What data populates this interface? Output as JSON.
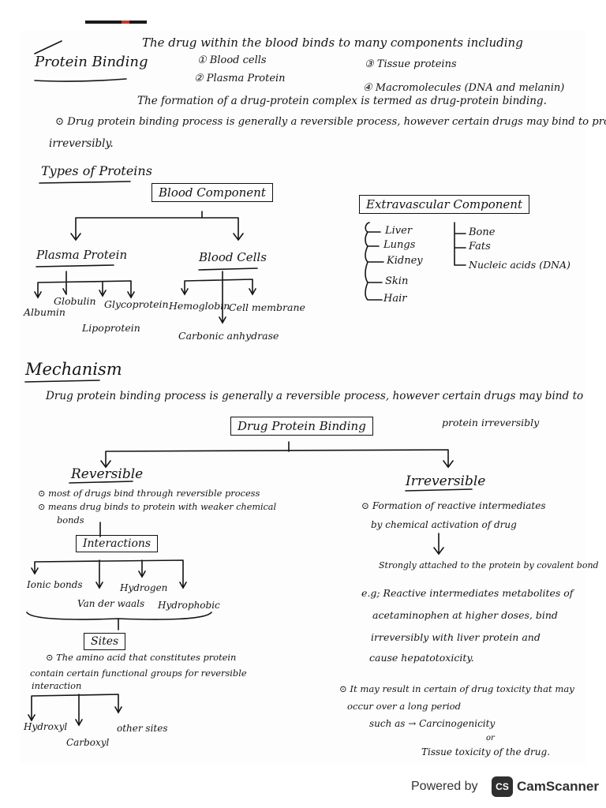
{
  "title": "Protein Binding",
  "intro": "The drug within the blood binds to many components including",
  "components": [
    "① Blood cells",
    "② Plasma Protein",
    "③ Tissue proteins",
    "④ Macromolecules (DNA and melanin)"
  ],
  "definition": "The formation of a drug-protein complex is termed as drug-protein binding.",
  "note_1": "⊙ Drug protein binding process is generally a reversible process, however certain drugs may bind to protein",
  "note_2": "irreversibly.",
  "types_heading": "Types of Proteins",
  "blood_component": "Blood Component",
  "plasma_protein": "Plasma Protein",
  "plasma_items": {
    "albumin": "Albumin",
    "globulin": "Globulin",
    "lipoprotein": "Lipoprotein",
    "glycoprotein": "Glycoprotein"
  },
  "blood_cells": "Blood Cells",
  "cell_items": {
    "hemoglobin": "Hemoglobin",
    "carbonic": "Carbonic anhydrase",
    "membrane": "Cell membrane"
  },
  "extravascular": "Extravascular Component",
  "extra_left": [
    "Liver",
    "Lungs",
    "Kidney",
    "Skin",
    "Hair"
  ],
  "extra_right": [
    "Bone",
    "Fats",
    "Nucleic acids (DNA)"
  ],
  "mechanism_heading": "Mechanism",
  "mechanism_text_1": "Drug protein binding process is generally a reversible process, however certain drugs may bind to",
  "mechanism_text_2": "protein irreversibly",
  "dpb_box": "Drug Protein Binding",
  "reversible": {
    "heading": "Reversible",
    "point_1": "⊙ most of drugs bind through reversible process",
    "point_2a": "⊙ means drug binds to protein with weaker chemical",
    "point_2b": "bonds",
    "interactions": "Interactions",
    "ionic": "Ionic bonds",
    "vdw": "Van der waals",
    "hydrogen": "Hydrogen",
    "hydrophobic": "Hydrophobic",
    "sites": "Sites",
    "sites_text_1": "⊙ The amino acid that constitutes protein",
    "sites_text_2": "contain certain functional groups for reversible",
    "sites_text_3": "interaction",
    "site_hydroxyl": "Hydroxyl",
    "site_carboxyl": "Carboxyl",
    "site_other": "other sites"
  },
  "irreversible": {
    "heading": "Irreversible",
    "point_1a": "⊙ Formation of reactive intermediates",
    "point_1b": "by chemical activation of drug",
    "attached": "Strongly attached to the protein by covalent bond",
    "eg_1": "e.g; Reactive intermediates metabolites of",
    "eg_2": "acetaminophen at higher doses, bind",
    "eg_3": "irreversibly with liver protein and",
    "eg_4": "cause hepatotoxicity.",
    "point_2a": "⊙ It may result in certain of drug toxicity that may",
    "point_2b": "occur over a long period",
    "such_as": "such as → Carcinogenicity",
    "or": "or",
    "tissue": "Tissue toxicity of the drug."
  },
  "footer": {
    "powered": "Powered by",
    "brand_badge": "CS",
    "brand": "CamScanner"
  }
}
